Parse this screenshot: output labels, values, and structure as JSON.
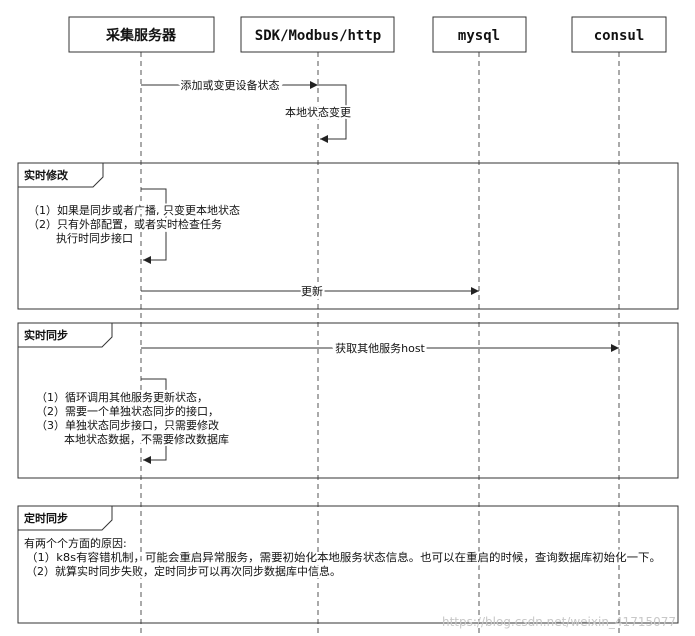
{
  "actors": [
    {
      "id": "collector",
      "label": "采集服务器"
    },
    {
      "id": "sdk",
      "label": "SDK/Modbus/http"
    },
    {
      "id": "mysql",
      "label": "mysql"
    },
    {
      "id": "consul",
      "label": "consul"
    }
  ],
  "messages": {
    "add_change_status": "添加或变更设备状态",
    "local_status_change": "本地状态变更",
    "update": "更新",
    "get_hosts": "获取其他服务host"
  },
  "frames": {
    "realtime_modify": {
      "title": "实时修改",
      "note_lines": [
        "（1）如果是同步或者广播, 只变更本地状态",
        "（2）只有外部配置，或者实时检查任务",
        "执行时同步接口"
      ]
    },
    "realtime_sync": {
      "title": "实时同步",
      "note_lines": [
        "（1）循环调用其他服务更新状态，",
        "（2）需要一个单独状态同步的接口，",
        "（3）单独状态同步接口，只需要修改",
        "本地状态数据，不需要修改数据库"
      ]
    },
    "scheduled_sync": {
      "title": "定时同步",
      "note_lines": [
        "有两个个方面的原因:",
        "（1）k8s有容错机制，可能会重启异常服务，需要初始化本地服务状态信息。也可以在重启的时候，查询数据库初始化一下。",
        "（2）就算实时同步失败，定时同步可以再次同步数据库中信息。"
      ]
    }
  },
  "watermark": "https://blog.csdn.net/weixin_41715077"
}
